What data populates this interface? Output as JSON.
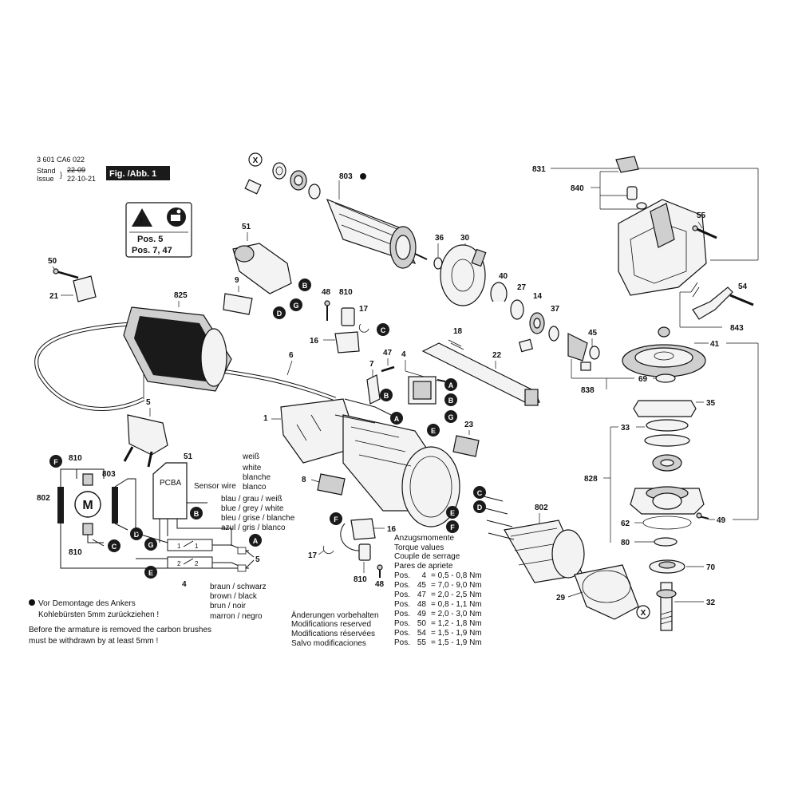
{
  "header": {
    "part_number": "3 601 CA6 022",
    "stand_label": "Stand",
    "stand_date": "22-09",
    "issue_label": "Issue",
    "issue_date": "22-10-21",
    "figure_label": "Fig. /Abb. 1"
  },
  "warning_box": {
    "line1": "Pos. 5",
    "line2": "Pos. 7, 47"
  },
  "markers": [
    "A",
    "B",
    "C",
    "D",
    "E",
    "F",
    "G",
    "X"
  ],
  "part_labels": {
    "p803": "803",
    "p831": "831",
    "p840": "840",
    "p55": "55",
    "p54": "54",
    "p843": "843",
    "p41": "41",
    "p51": "51",
    "p50": "50",
    "p21": "21",
    "p825": "825",
    "p9": "9",
    "p36": "36",
    "p30": "30",
    "p40": "40",
    "p27": "27",
    "p14": "14",
    "p37": "37",
    "p45": "45",
    "p838": "838",
    "p69": "69",
    "p35": "35",
    "p33": "33",
    "p828": "828",
    "p62": "62",
    "p49": "49",
    "p80": "80",
    "p70": "70",
    "p32": "32",
    "p802": "802",
    "p29": "29",
    "p48": "48",
    "p810": "810",
    "p17": "17",
    "p16": "16",
    "p18": "18",
    "p22": "22",
    "p7": "7",
    "p47": "47",
    "p6": "6",
    "p4": "4",
    "p23": "23",
    "p1": "1",
    "p5": "5",
    "p8": "8"
  },
  "schematic": {
    "pcba": "PCBA",
    "sensor_wire": "Sensor wire",
    "motor": "M",
    "label_51": "51",
    "label_810_top": "810",
    "label_803": "803",
    "label_802": "802",
    "label_810_bottom": "810",
    "label_4": "4",
    "label_5": "5",
    "colors_white": [
      "weiß",
      "white",
      "blanche",
      "blanco"
    ],
    "colors_blue": [
      "blau / grau / weiß",
      "blue / grey / white",
      "bleu / grise / blanche",
      "azul / gris / blanco"
    ],
    "colors_brown": [
      "braun / schwarz",
      "brown / black",
      "brun / noir",
      "marron / negro"
    ]
  },
  "notes": {
    "de": "Vor Demontage des Ankers",
    "de2": "Kohlebürsten 5mm zurückziehen !",
    "en": "Before the armature is removed the carbon brushes",
    "en2": "must be withdrawn by at least 5mm !",
    "changes": [
      "Änderungen vorbehalten",
      "Modifications reserved",
      "Modifications réservées",
      "Salvo modificaciones"
    ]
  },
  "torque": {
    "titles": [
      "Anzugsmomente",
      "Torque values",
      "Couple de serrage",
      "Pares de apriete"
    ],
    "rows": [
      {
        "pos": "Pos.",
        "num": "4",
        "val": "= 0,5 - 0,8 Nm"
      },
      {
        "pos": "Pos.",
        "num": "45",
        "val": "= 7,0 - 9,0 Nm"
      },
      {
        "pos": "Pos.",
        "num": "47",
        "val": "= 2,0 - 2,5 Nm"
      },
      {
        "pos": "Pos.",
        "num": "48",
        "val": "= 0,8 - 1,1 Nm"
      },
      {
        "pos": "Pos.",
        "num": "49",
        "val": "= 2,0 - 3,0 Nm"
      },
      {
        "pos": "Pos.",
        "num": "50",
        "val": "= 1,2 - 1,8 Nm"
      },
      {
        "pos": "Pos.",
        "num": "54",
        "val": "= 1,5 - 1,9 Nm"
      },
      {
        "pos": "Pos.",
        "num": "55",
        "val": "= 1,5 - 1,9 Nm"
      }
    ]
  }
}
